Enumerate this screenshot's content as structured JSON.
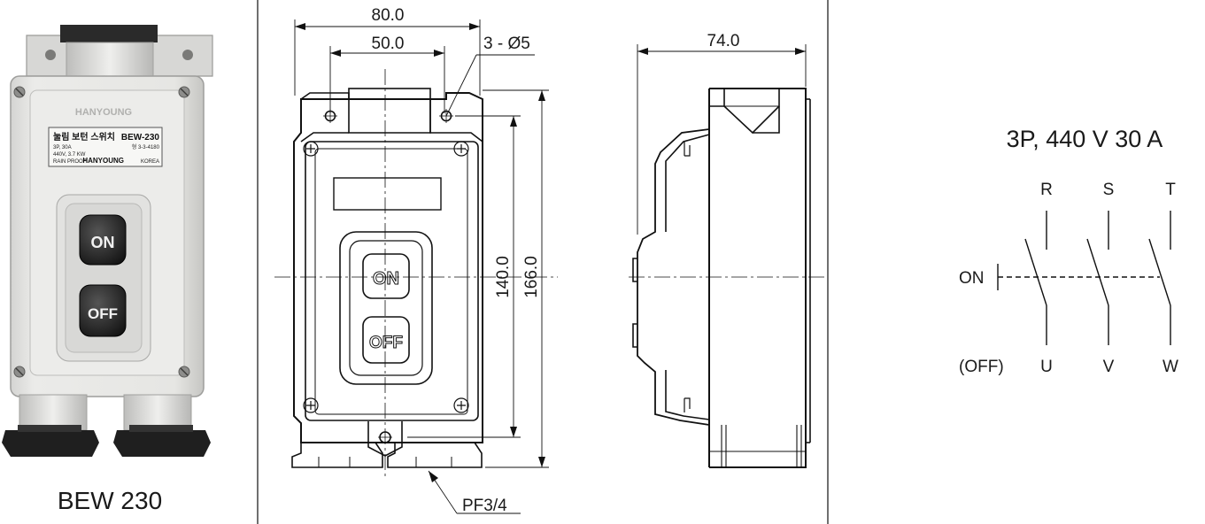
{
  "product": {
    "model": "BEW 230",
    "faceplate": {
      "brand": "HANYOUNG",
      "title": "눌림 보턴 스위치",
      "model_code": "BEW-230",
      "rating_1": "3P, 30A",
      "rating_2": "440V, 3.7 KW",
      "rating_3": "RAIN PROOF",
      "cert": "형 3-3-4180",
      "country": "KOREA"
    },
    "buttons": {
      "on": "ON",
      "off": "OFF"
    }
  },
  "drawing": {
    "width_overall": "80.0",
    "hole_pitch": "50.0",
    "holes": "3 - Ø5",
    "height_holes": "140.0",
    "height_overall": "166.0",
    "depth": "74.0",
    "conduit": "PF3/4"
  },
  "schematic": {
    "rating": "3P, 440 V 30 A",
    "inputs": [
      "R",
      "S",
      "T"
    ],
    "outputs": [
      "U",
      "V",
      "W"
    ],
    "on_label": "ON",
    "off_label": "(OFF)"
  }
}
